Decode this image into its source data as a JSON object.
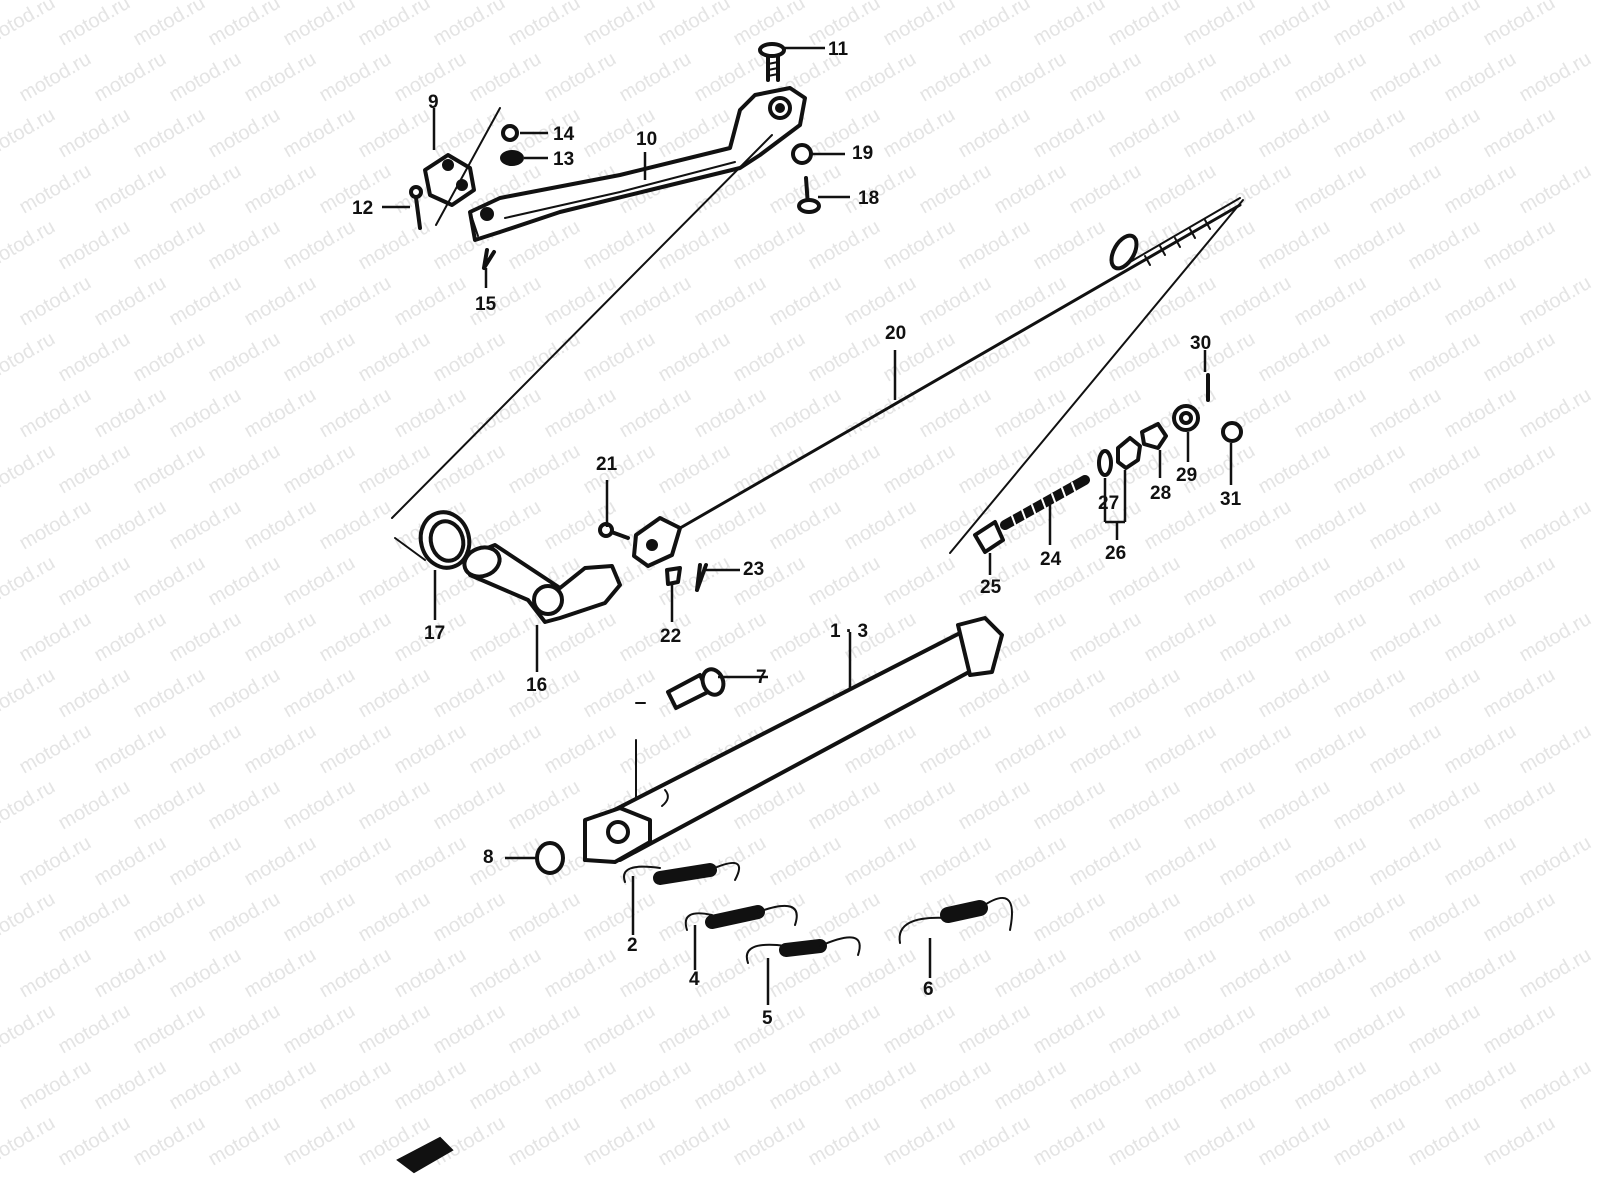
{
  "watermark": {
    "text": "motod.ru"
  },
  "callouts": [
    {
      "id": "c1-3",
      "label": "1 · 3"
    },
    {
      "id": "c2",
      "label": "2"
    },
    {
      "id": "c4",
      "label": "4"
    },
    {
      "id": "c5",
      "label": "5"
    },
    {
      "id": "c6",
      "label": "6"
    },
    {
      "id": "c7",
      "label": "7"
    },
    {
      "id": "c8",
      "label": "8"
    },
    {
      "id": "c9",
      "label": "9"
    },
    {
      "id": "c10",
      "label": "10"
    },
    {
      "id": "c11",
      "label": "11"
    },
    {
      "id": "c12",
      "label": "12"
    },
    {
      "id": "c13",
      "label": "13"
    },
    {
      "id": "c14",
      "label": "14"
    },
    {
      "id": "c15",
      "label": "15"
    },
    {
      "id": "c16",
      "label": "16"
    },
    {
      "id": "c17",
      "label": "17"
    },
    {
      "id": "c18",
      "label": "18"
    },
    {
      "id": "c19",
      "label": "19"
    },
    {
      "id": "c20",
      "label": "20"
    },
    {
      "id": "c21",
      "label": "21"
    },
    {
      "id": "c22",
      "label": "22"
    },
    {
      "id": "c23",
      "label": "23"
    },
    {
      "id": "c24",
      "label": "24"
    },
    {
      "id": "c25",
      "label": "25"
    },
    {
      "id": "c26",
      "label": "26"
    },
    {
      "id": "c27",
      "label": "27"
    },
    {
      "id": "c28",
      "label": "28"
    },
    {
      "id": "c29",
      "label": "29"
    },
    {
      "id": "c30",
      "label": "30"
    },
    {
      "id": "c31",
      "label": "31"
    }
  ]
}
